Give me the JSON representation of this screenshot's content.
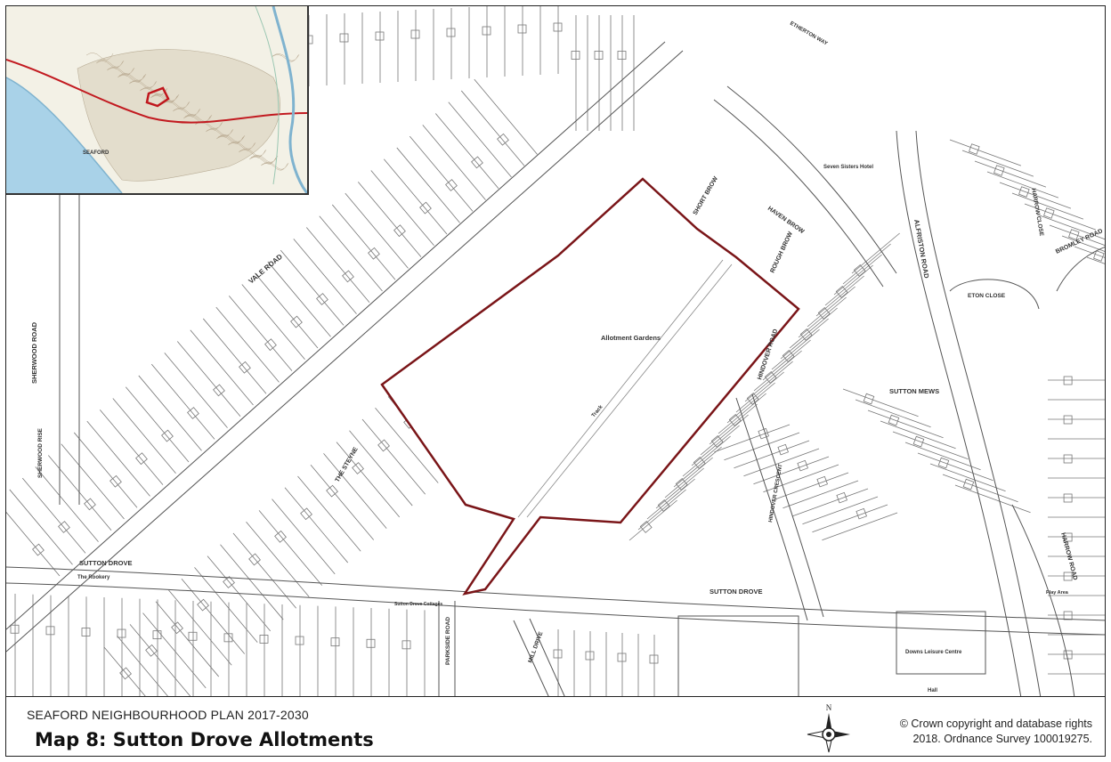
{
  "footer": {
    "plan_title": "SEAFORD NEIGHBOURHOOD PLAN 2017-2030",
    "map_title": "Map 8: Sutton Drove Allotments",
    "copyright_line1": "© Crown copyright and database rights",
    "copyright_line2": "2018. Ordnance Survey 100019275."
  },
  "compass": {
    "north_label": "N",
    "icon": "north-arrow-compass-icon"
  },
  "inset": {
    "town_label": "SEAFORD"
  },
  "map_labels": {
    "vale_road": "VALE ROAD",
    "sherwood_road": "SHERWOOD ROAD",
    "sherwood_rise": "SHERWOOD RISE",
    "sutton_drove_west": "SUTTON DROVE",
    "sutton_drove_east": "SUTTON DROVE",
    "the_steyne": "THE STEYNE",
    "parkside_road": "PARKSIDE ROAD",
    "mill_drive": "MILL DRIVE",
    "haven_brow": "HAVEN BROW",
    "short_brow": "SHORT BROW",
    "rough_brow": "ROUGH BROW",
    "alfriston_road": "ALFRISTON ROAD",
    "harrow_close": "HARROW CLOSE",
    "bromley_road": "BROMLEY ROAD",
    "eton_close": "ETON CLOSE",
    "sutton_mews": "SUTTON MEWS",
    "hindover_road": "HINDOVER ROAD",
    "hindover_crescent": "HINDOVER CRESCENT",
    "harrow_road": "HARROW ROAD",
    "etherton_way": "ETHERTON WAY",
    "allotment_gardens": "Allotment Gardens",
    "track": "Track",
    "seven_sisters_hotel": "Seven Sisters Hotel",
    "downs_leisure_centre": "Downs Leisure Centre",
    "the_rookery": "The Rookery",
    "play_area": "Play Area",
    "hall": "Hall",
    "sutton_drove_cottages": "Sutton Drove Cottages"
  },
  "colors": {
    "boundary": "#7a1518",
    "inset_boundary": "#c0161c",
    "inset_road": "#c21a20",
    "sea": "#a9d2e8",
    "line": "#6d6d6d"
  }
}
